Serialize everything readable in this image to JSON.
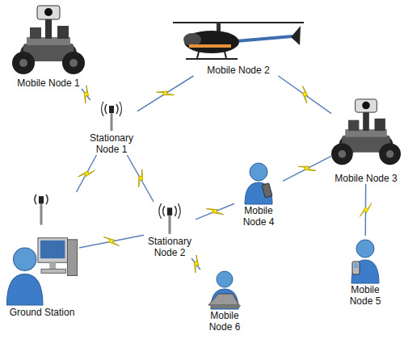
{
  "diagram": {
    "nodes": [
      {
        "text": [
          "Mobile Node 1"
        ]
      },
      {
        "text": [
          "Mobile Node 2"
        ]
      },
      {
        "text": [
          "Stationary Node 1"
        ]
      },
      {
        "text": [
          "Mobile Node 3"
        ]
      },
      {
        "text": [
          "Mobile Node 4"
        ]
      },
      {
        "text": [
          "Ground Station"
        ]
      },
      {
        "text": [
          "Stationary Node 2"
        ]
      },
      {
        "text": [
          "Mobile Node 5"
        ]
      },
      {
        "text": [
          "Mobile Node 6"
        ]
      }
    ],
    "edges": [
      {
        "from": 0,
        "to": 2,
        "arrow": "none"
      },
      {
        "from": 2,
        "to": 1,
        "arrow": "none"
      },
      {
        "from": 1,
        "to": 3,
        "arrow": "none"
      },
      {
        "from": 2,
        "to": 5,
        "arrow": "none"
      },
      {
        "from": 2,
        "to": 6,
        "arrow": "none"
      },
      {
        "from": 5,
        "to": 6,
        "arrow": "none"
      },
      {
        "from": 6,
        "to": 4,
        "arrow": "none"
      },
      {
        "from": 4,
        "to": 3,
        "arrow": "none"
      },
      {
        "from": 6,
        "to": 8,
        "arrow": "none"
      },
      {
        "from": 3,
        "to": 7,
        "arrow": "none"
      }
    ]
  }
}
